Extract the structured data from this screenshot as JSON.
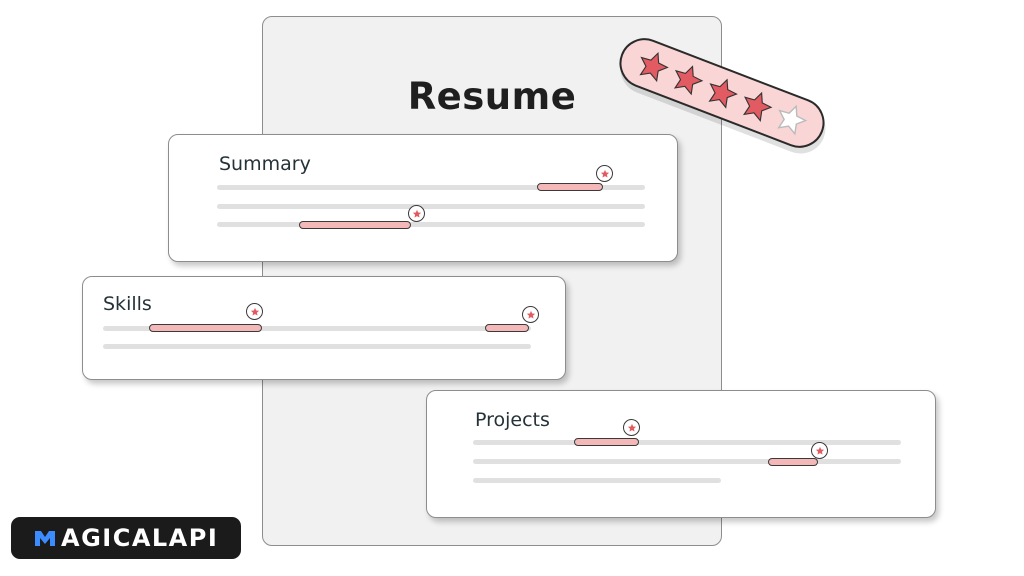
{
  "document": {
    "title": "Resume"
  },
  "rating": {
    "value": 4,
    "max": 5,
    "filled_color": "#e35b62",
    "empty_color": "#ffffff"
  },
  "cards": [
    {
      "id": "summary",
      "title": "Summary"
    },
    {
      "id": "skills",
      "title": "Skills"
    },
    {
      "id": "projects",
      "title": "Projects"
    }
  ],
  "brand": {
    "logo_text": "AGICALAPI",
    "logo_icon": "m-logo-icon",
    "accent": "#3d8cff"
  },
  "icons": {
    "highlight_badge": "star-icon",
    "rating": "star-icon"
  },
  "colors": {
    "highlight": "#f4b8b8",
    "star": "#e35b62",
    "sheet": "#f1f1f1",
    "logo_bg": "#1b1b1b"
  }
}
